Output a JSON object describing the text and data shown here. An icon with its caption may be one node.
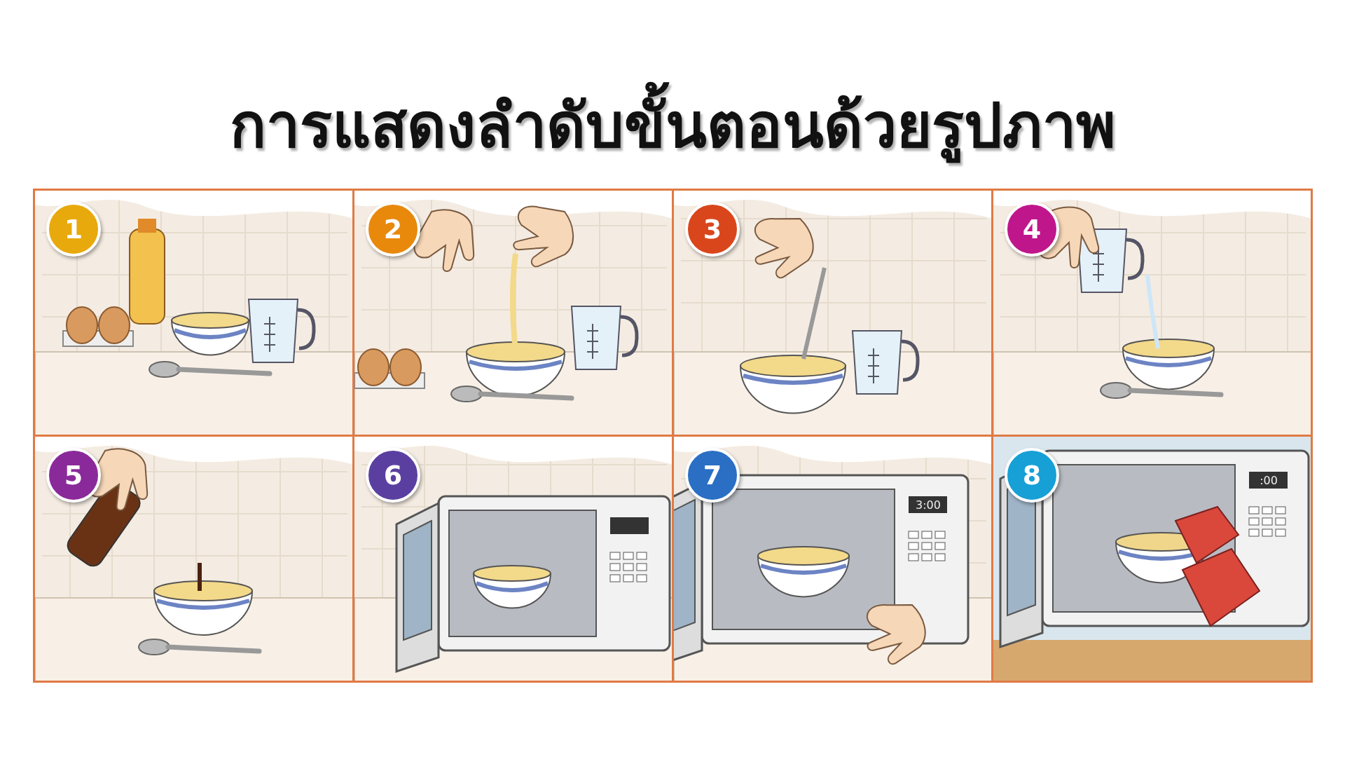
{
  "diagram": {
    "title": "การแสดงลำดับขั้นตอนด้วยรูปภาพ",
    "nodes": [
      {
        "text": [],
        "shape": "picture"
      },
      {
        "text": [
          "1"
        ],
        "in": 0
      },
      {
        "text": [],
        "shape": "picture"
      },
      {
        "text": [
          "2"
        ],
        "in": 2
      },
      {
        "text": [],
        "shape": "picture"
      },
      {
        "text": [
          "3"
        ],
        "in": 4
      },
      {
        "text": [],
        "shape": "picture"
      },
      {
        "text": [
          "4"
        ],
        "in": 6
      },
      {
        "text": [],
        "shape": "picture"
      },
      {
        "text": [
          "5"
        ],
        "in": 8
      },
      {
        "text": [],
        "shape": "picture"
      },
      {
        "text": [
          "6"
        ],
        "in": 10
      },
      {
        "text": [],
        "shape": "picture"
      },
      {
        "text": [
          "7"
        ],
        "in": 12
      },
      {
        "text": [],
        "shape": "picture"
      },
      {
        "text": [
          "8"
        ],
        "in": 14
      }
    ],
    "labels": [
      "3:00",
      ":00"
    ]
  }
}
